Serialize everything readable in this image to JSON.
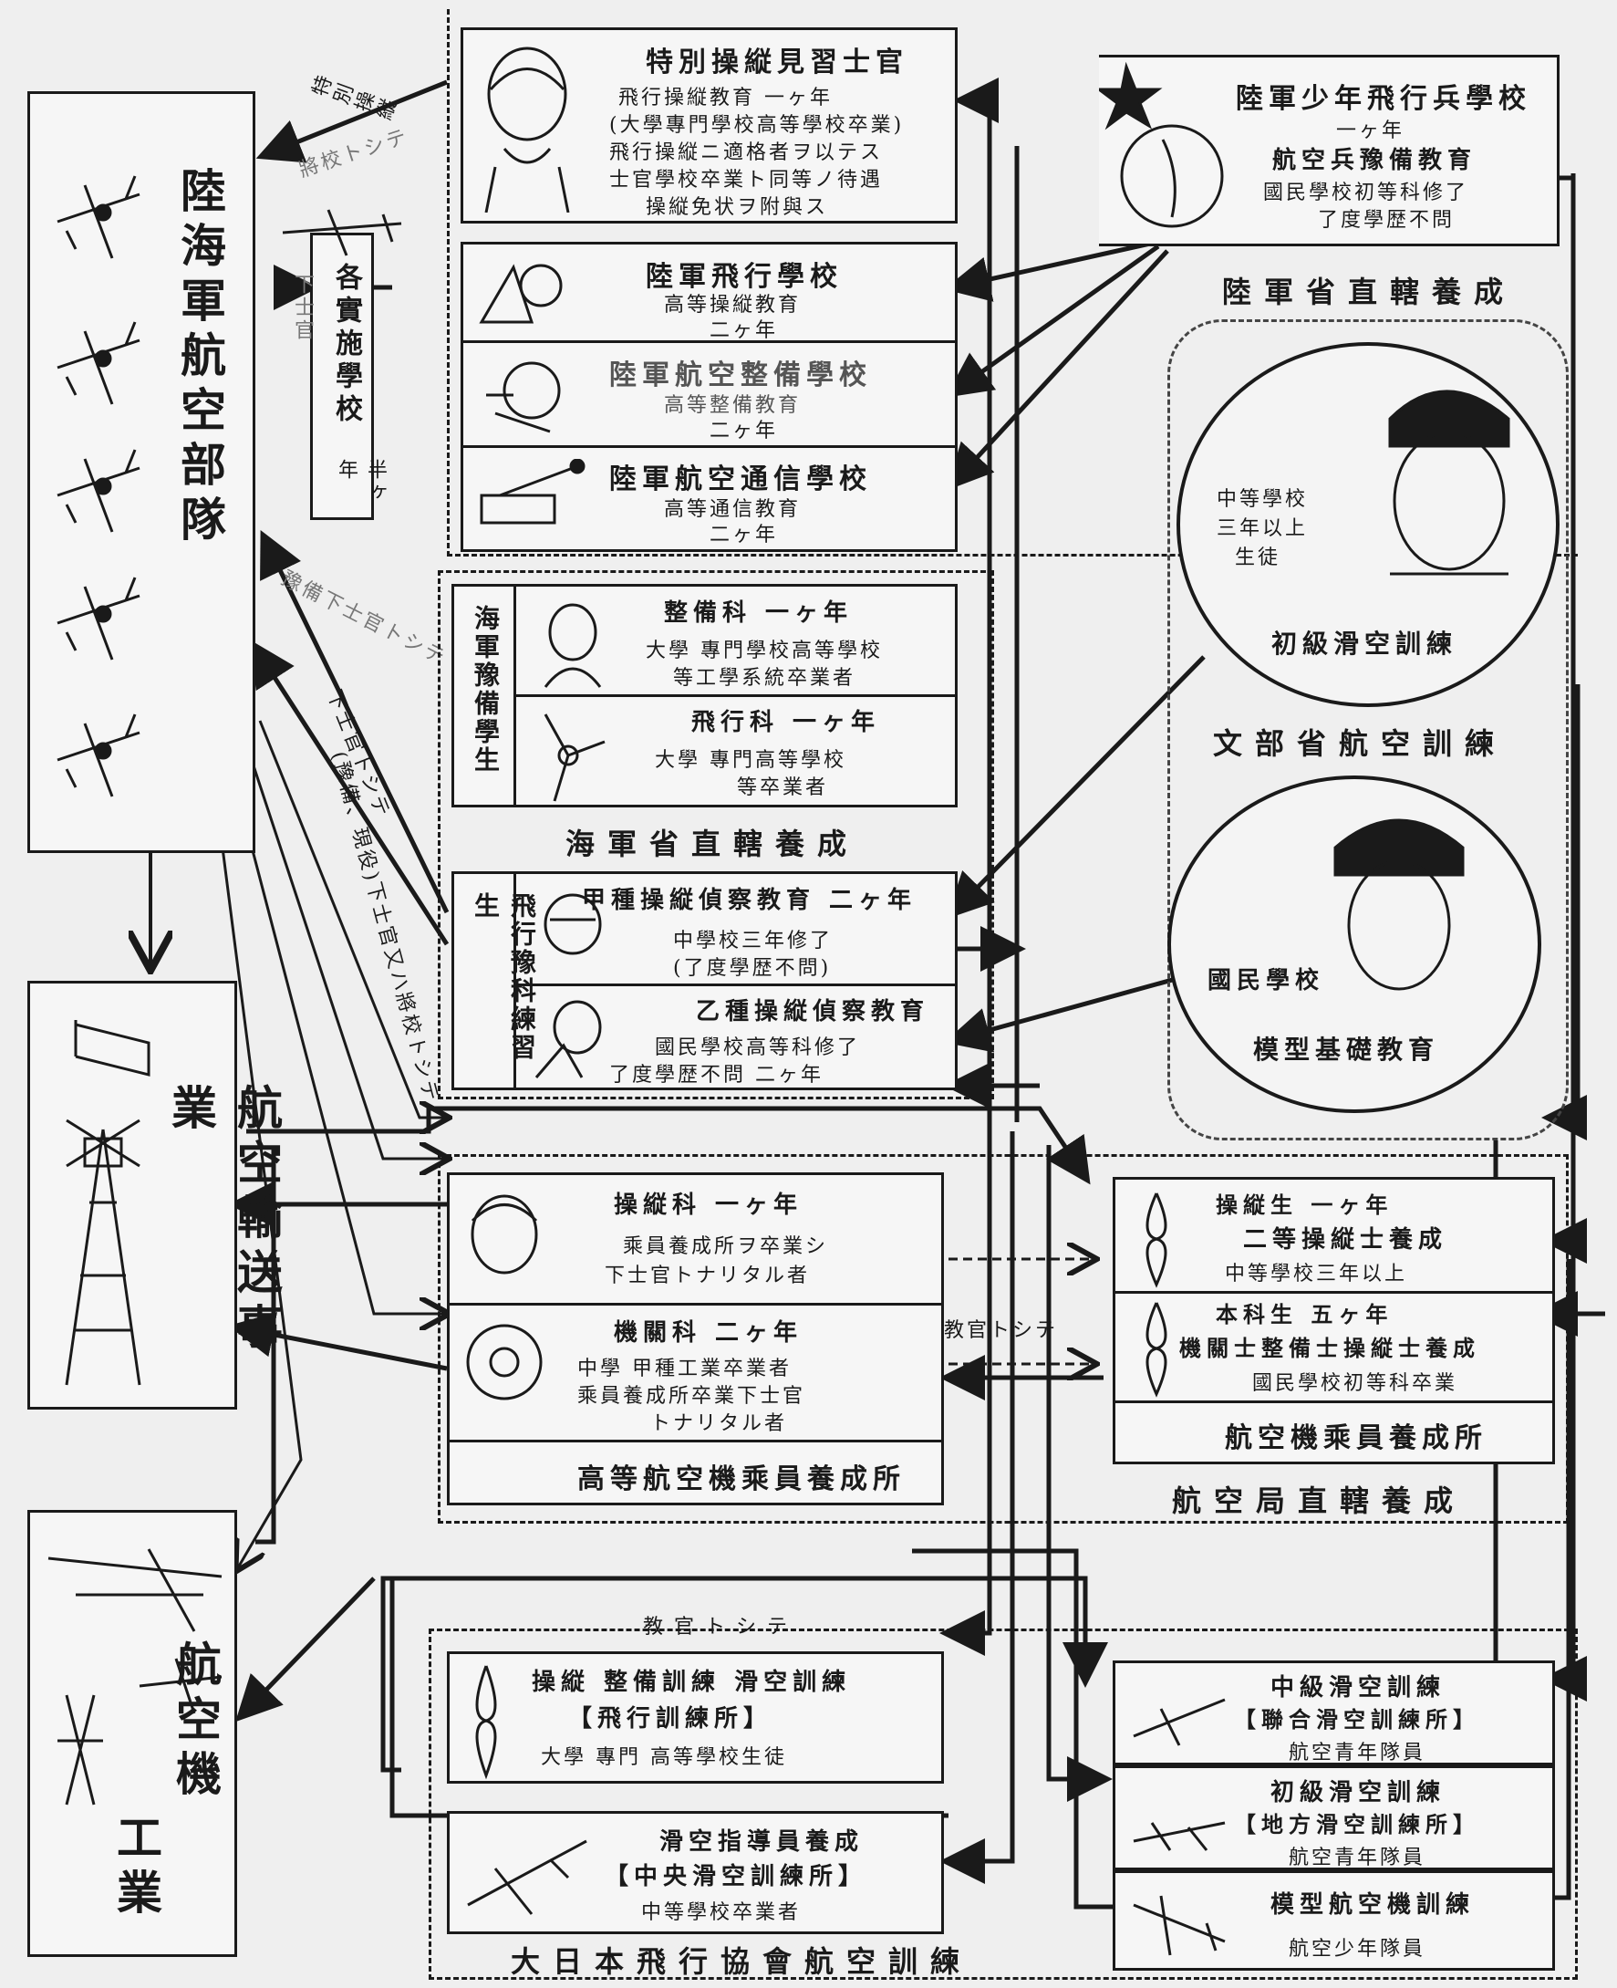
{
  "army_air_corps": "陸海軍航空部隊",
  "air_transport": "航空輸送事業",
  "aircraft_industry": {
    "line1": "航空機",
    "line2": "工業"
  },
  "unit_schools": "各實施學校",
  "unit_schools_period": "半ヶ年",
  "flows": {
    "special_cadet": "特別操縦",
    "as_officer": "將校トシテ",
    "as_nco": "下士官",
    "as_reserve_nco": "豫備下士官トシテ",
    "as_nco2": "下士官トシテ",
    "reserve_active": "(豫備、現役)下士官又ハ將校トシテ",
    "teachers": "教官トシテ",
    "teachers2": "教官トシテ"
  },
  "special_cadet_box": {
    "title": "特別操縦見習士官",
    "lines": [
      "飛行操縦教育 一ヶ年",
      "(大學專門學校高等學校卒業)",
      "飛行操縦ニ適格者ヲ以テス",
      "士官學校卒業ト同等ノ待遇",
      "操縦免状ヲ附與ス"
    ]
  },
  "army_flight_school": {
    "title": "陸軍飛行學校",
    "lines": [
      "高等操縦教育",
      "二ヶ年"
    ]
  },
  "army_maint_school": {
    "title": "陸軍航空整備學校",
    "lines": [
      "高等整備教育",
      "二ヶ年"
    ]
  },
  "army_comm_school": {
    "title": "陸軍航空通信學校",
    "lines": [
      "高等通信教育",
      "二ヶ年"
    ]
  },
  "army_youth_school": {
    "title": "陸軍少年飛行兵學校",
    "lines": [
      "一ヶ年",
      "航空兵豫備教育",
      "國民學校初等科修了",
      "了度學歴不問"
    ]
  },
  "army_direct": "陸軍省直轄養成",
  "navy_reserve": {
    "label": "海軍豫備學生",
    "maint": {
      "title": "整備科 一ヶ年",
      "lines": [
        "大學 專門學校高等學校",
        "等工學系統卒業者"
      ]
    },
    "flight": {
      "title": "飛行科 一ヶ年",
      "lines": [
        "大學 專門高等學校",
        "等卒業者"
      ]
    }
  },
  "navy_direct": "海軍省直轄養成",
  "navy_trainee": {
    "label": "飛行豫科練習生",
    "koushu": {
      "title": "甲種操縦偵察教育 二ヶ年",
      "lines": [
        "中學校三年修了",
        "(了度學歴不問)"
      ]
    },
    "otsushu": {
      "title": "乙種操縦偵察教育",
      "lines": [
        "國民學校高等科修了",
        "了度學歴不問 二ヶ年"
      ]
    }
  },
  "mombusho": {
    "upper_circle": {
      "lines": [
        "中等學校",
        "三年以上",
        "生徒"
      ],
      "caption": "初級滑空訓練"
    },
    "middle_caption": "文部省航空訓練",
    "lower_circle": {
      "lines": [
        "國民學校"
      ],
      "caption": "模型基礎教育"
    }
  },
  "higher_crew": {
    "pilot": {
      "title": "操縦科 一ヶ年",
      "lines": [
        "乘員養成所ヲ卒業シ",
        "下士官トナリタル者"
      ]
    },
    "engine": {
      "title": "機關科 二ヶ年",
      "lines": [
        "中學 甲種工業卒業者",
        "乘員養成所卒業下士官",
        "トナリタル者"
      ]
    },
    "footer": "高等航空機乘員養成所"
  },
  "civil_crew": {
    "pilot": {
      "title": "操縦生 一ヶ年",
      "lines": [
        "二等操縦士養成",
        "中等學校三年以上"
      ]
    },
    "engine": {
      "title": "本科生 五ヶ年",
      "lines": [
        "機關士整備士操縦士養成",
        "國民學校初等科卒業"
      ]
    },
    "footer": "航空機乘員養成所"
  },
  "aviation_direct": "航空局直轄養成",
  "flight_centre": {
    "title": "操縦 整備訓練 滑空訓練",
    "sub": "【飛行訓練所】",
    "note": "大學 專門 高等學校生徒"
  },
  "glider_instructor": {
    "title": "滑空指導員養成",
    "sub": "【中央滑空訓練所】",
    "note": "中等學校卒業者"
  },
  "youth_glider_mid": {
    "title": "中級滑空訓練",
    "sub": "【聯合滑空訓練所】",
    "note": "航空青年隊員"
  },
  "youth_glider_basic": {
    "title": "初級滑空訓練",
    "sub": "【地方滑空訓練所】",
    "note": "航空青年隊員"
  },
  "youth_model": {
    "title": "模型航空機訓練",
    "note": "航空少年隊員"
  },
  "dainihon": "大日本飛行協會航空訓練"
}
